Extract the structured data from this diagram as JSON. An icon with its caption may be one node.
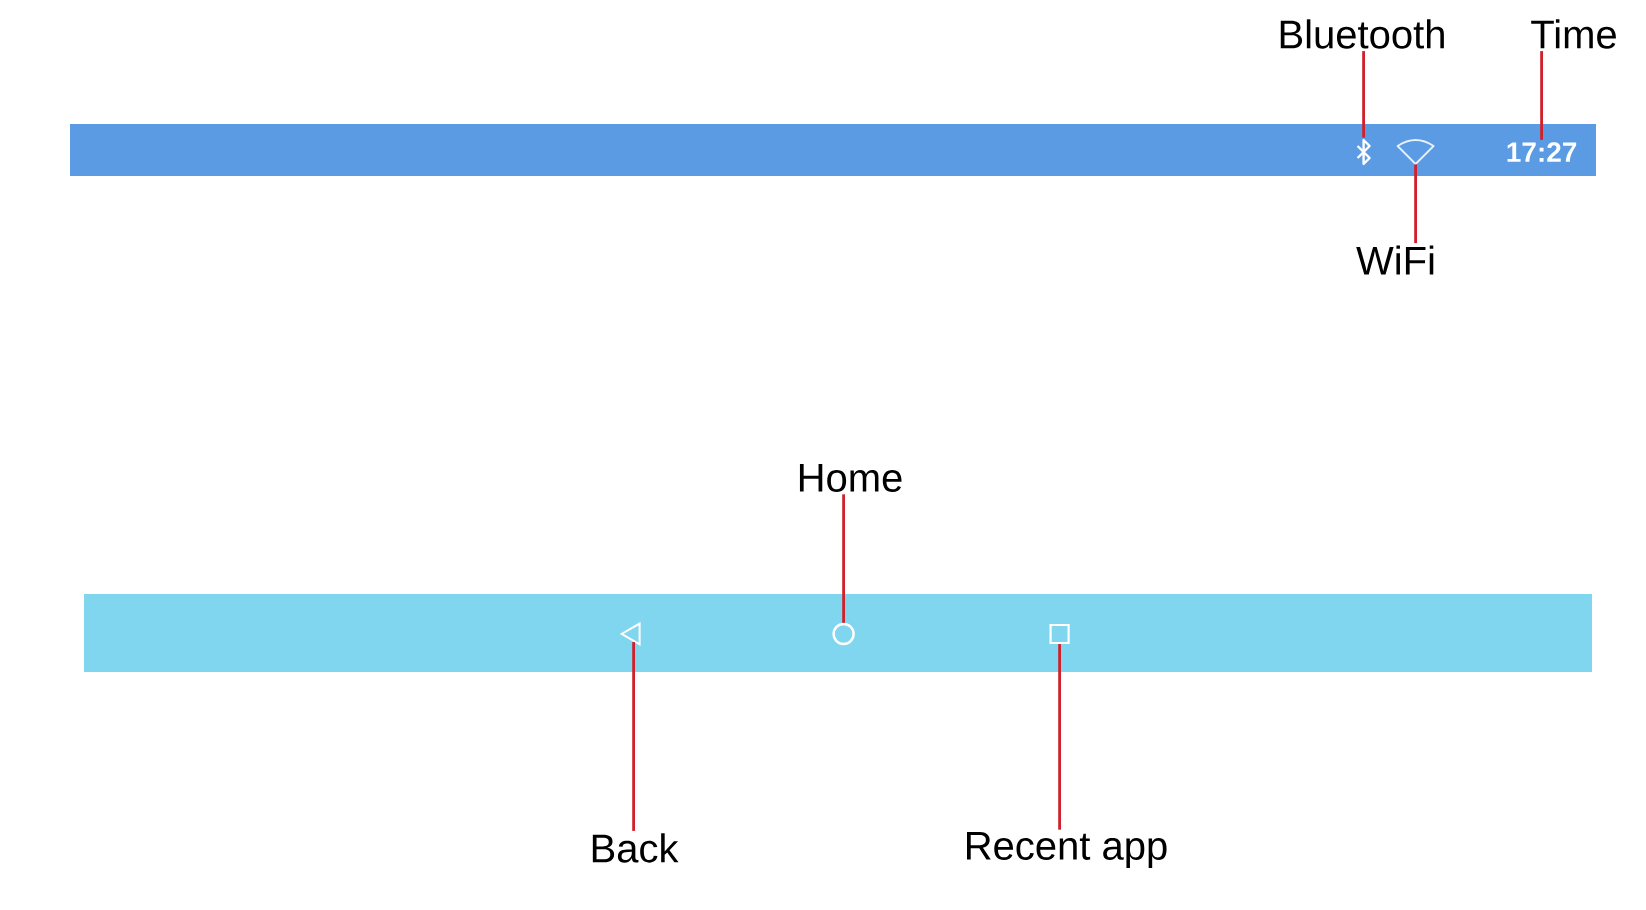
{
  "diagram": {
    "nodes": [
      {
        "text": [],
        "shape": "bar"
      },
      {
        "text": [
          "Bluetooth"
        ]
      },
      {
        "text": [
          "Time"
        ]
      },
      {
        "text": [],
        "shape": "bluetooth",
        "in": 0
      },
      {
        "text": [],
        "shape": "wifi",
        "in": 0
      },
      {
        "text": [
          "17:27"
        ],
        "in": 0
      },
      {
        "text": [
          "WiFi"
        ]
      },
      {
        "text": [
          "Home"
        ]
      },
      {
        "text": [],
        "shape": "bar"
      },
      {
        "text": [],
        "shape": "triangle",
        "in": 8
      },
      {
        "text": [],
        "shape": "circle",
        "in": 8
      },
      {
        "text": [],
        "shape": "square",
        "in": 8
      },
      {
        "text": [
          "Back"
        ]
      },
      {
        "text": [
          "Recent app"
        ]
      }
    ],
    "edges": [
      {
        "from": 1,
        "to": 3,
        "arrow": "none"
      },
      {
        "from": 2,
        "to": 5,
        "arrow": "none"
      },
      {
        "from": 6,
        "to": 4,
        "arrow": "none"
      },
      {
        "from": 7,
        "to": 10,
        "arrow": "none"
      },
      {
        "from": 12,
        "to": 9,
        "arrow": "none"
      },
      {
        "from": 13,
        "to": 11,
        "arrow": "none"
      }
    ]
  }
}
